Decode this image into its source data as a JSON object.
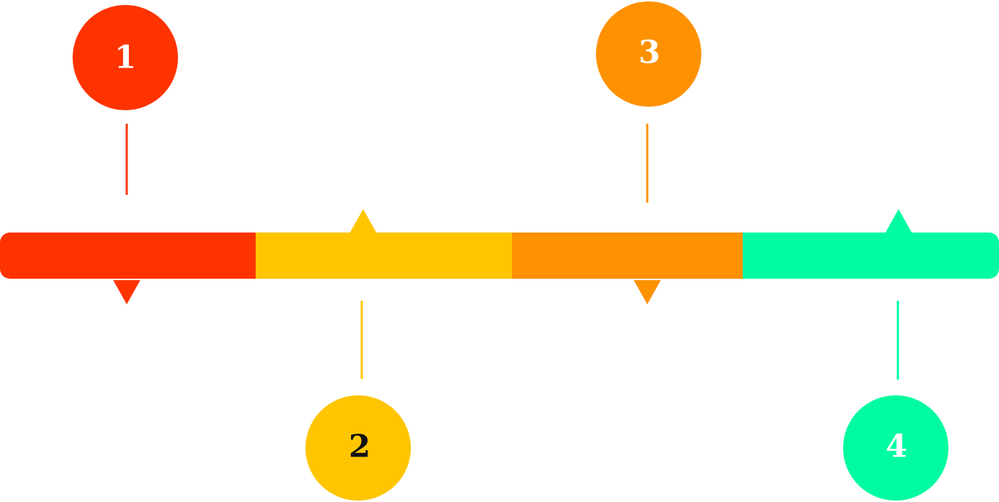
{
  "steps": [
    {
      "label": "1",
      "color": "#ff3300",
      "text_color": "#ffffff",
      "position": "above"
    },
    {
      "label": "2",
      "color": "#fec500",
      "text_color": "#111111",
      "position": "below"
    },
    {
      "label": "3",
      "color": "#fe9100",
      "text_color": "#ffffff",
      "position": "above"
    },
    {
      "label": "4",
      "color": "#00fba1",
      "text_color": "#ffffff",
      "position": "below"
    }
  ]
}
